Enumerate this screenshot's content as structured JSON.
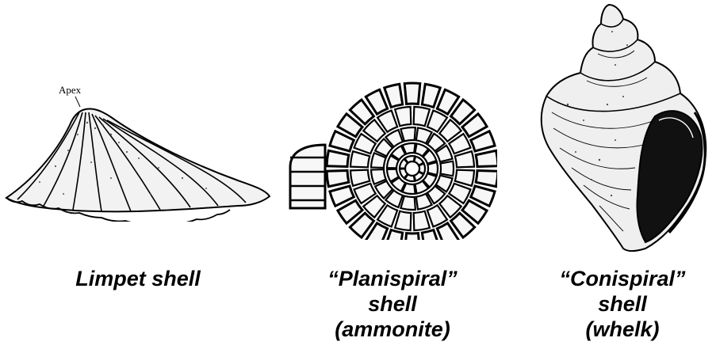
{
  "figures": [
    {
      "id": "limpet",
      "label": "Apex",
      "caption_lines": [
        "Limpet shell"
      ]
    },
    {
      "id": "ammonite",
      "caption_lines": [
        "“Planispiral”",
        "shell",
        "(ammonite)"
      ]
    },
    {
      "id": "whelk",
      "caption_lines": [
        "“Conispiral”",
        "shell",
        "(whelk)"
      ]
    }
  ]
}
